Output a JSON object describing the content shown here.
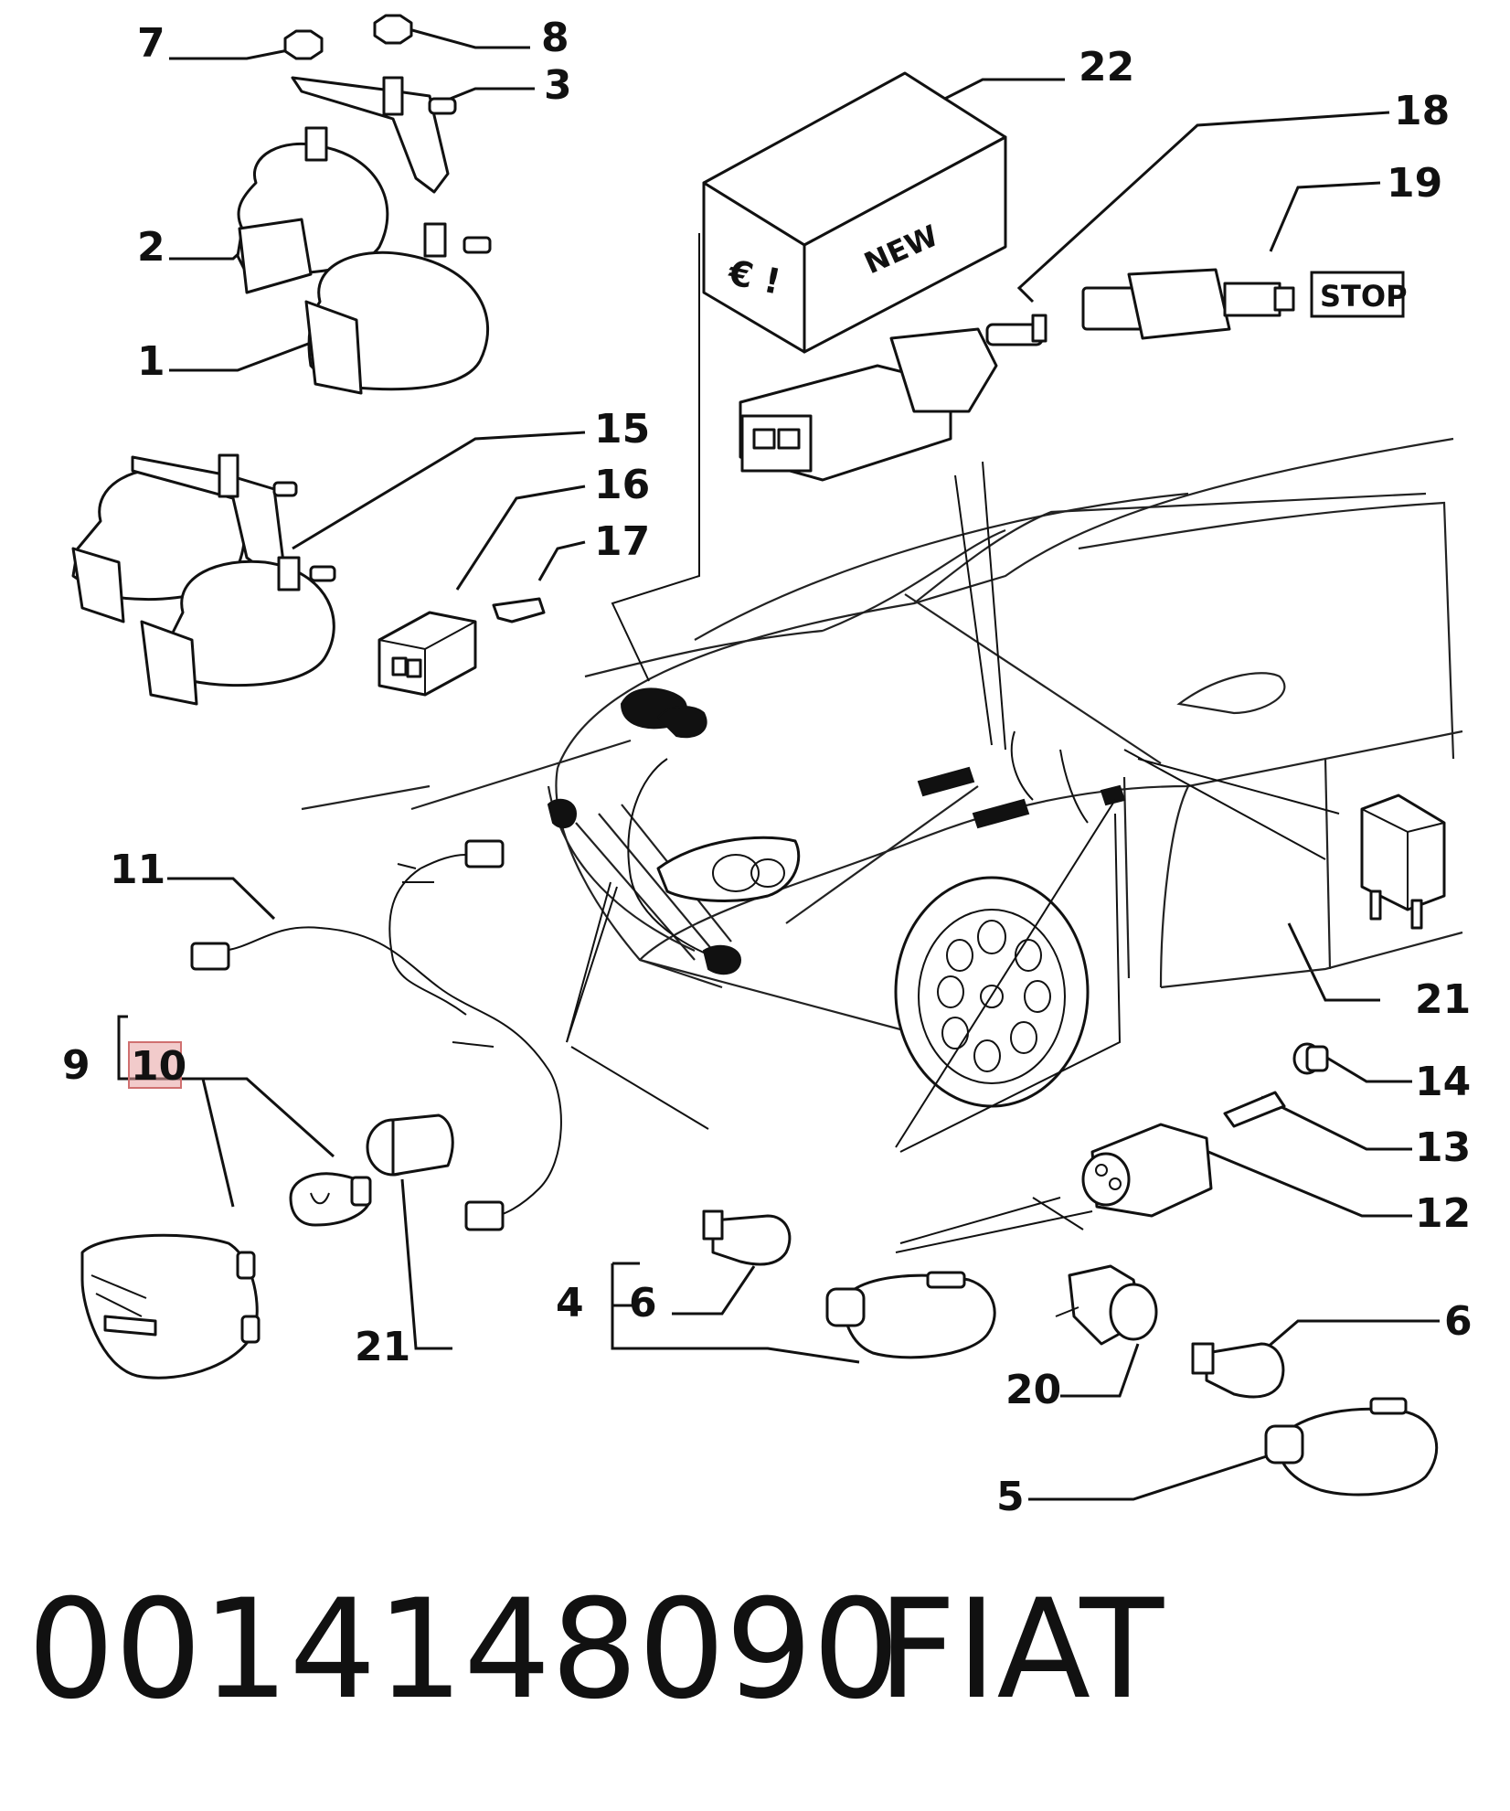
{
  "callouts": {
    "c7": "7",
    "c8": "8",
    "c3": "3",
    "c2": "2",
    "c1": "1",
    "c22": "22",
    "c18": "18",
    "c19": "19",
    "c15": "15",
    "c16": "16",
    "c17": "17",
    "c11": "11",
    "c9": "9",
    "c10": "10",
    "c21a": "21",
    "c21b": "21",
    "c14": "14",
    "c13": "13",
    "c12": "12",
    "c4": "4",
    "c6a": "6",
    "c6b": "6",
    "c20": "20",
    "c5": "5"
  },
  "box_labels": {
    "new": "NEW",
    "euro": "€ !",
    "stop": "STOP"
  },
  "highlight_color": "#e8a0a0",
  "footer": {
    "part_number": "0014148090",
    "brand": "FIAT"
  }
}
